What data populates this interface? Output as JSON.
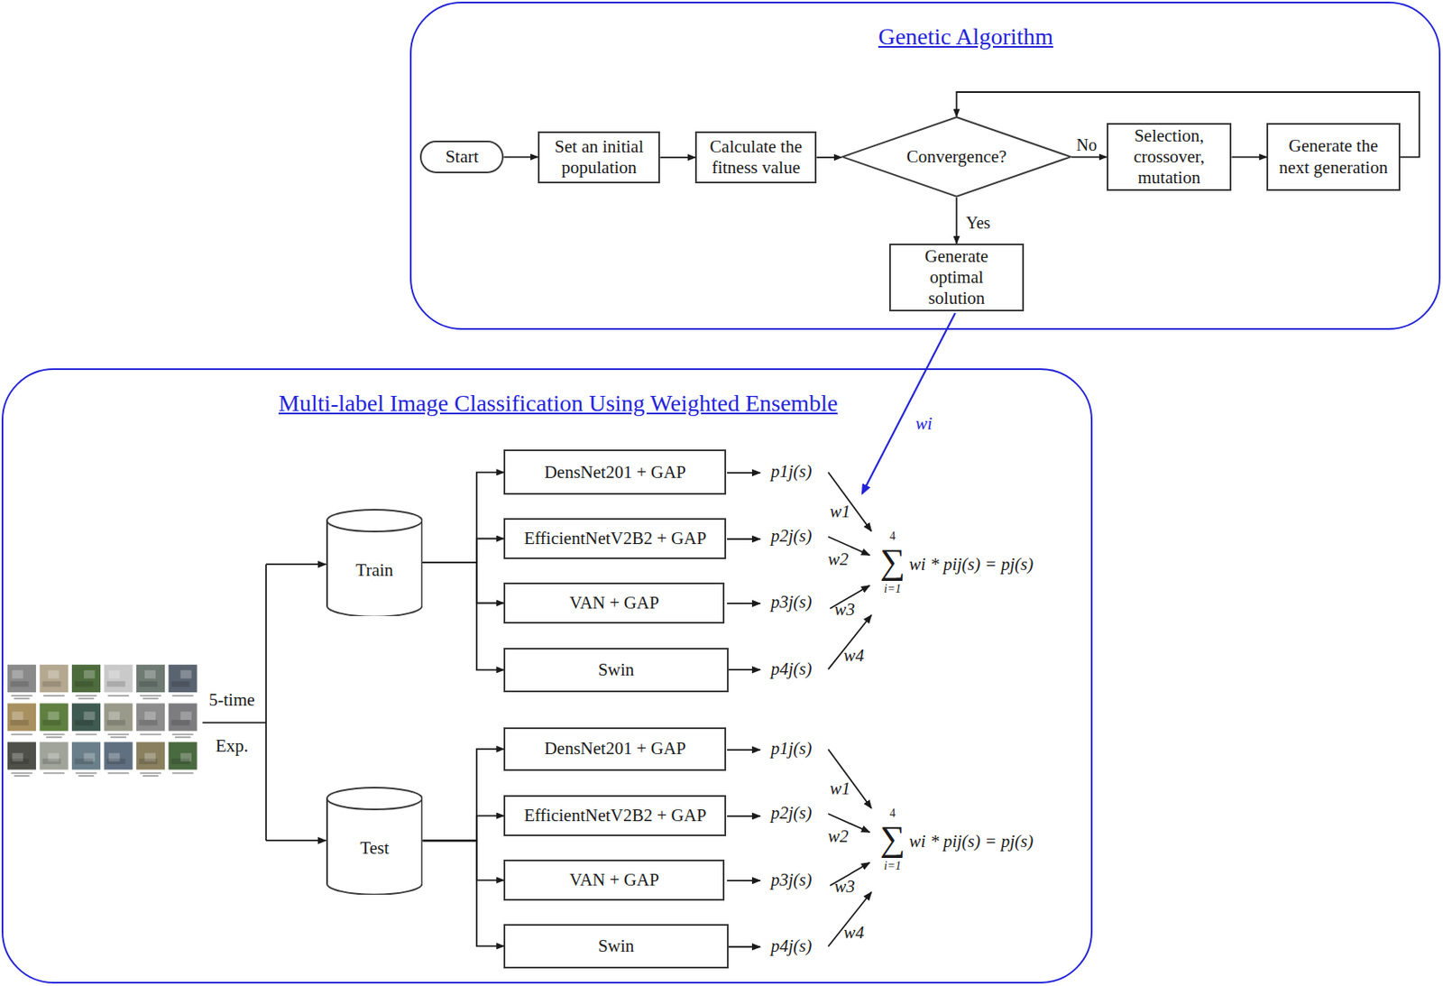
{
  "diagram": {
    "nodes": [
      {
        "text": [
          "Genetic Algorithm"
        ]
      },
      {
        "text": [
          "Start"
        ],
        "in": 0
      },
      {
        "text": [
          "Set an initial population"
        ],
        "in": 0
      },
      {
        "text": [
          "Calculate the fitness value"
        ],
        "in": 0
      },
      {
        "text": [
          "Convergence?"
        ],
        "in": 0
      },
      {
        "text": [
          "Selection, crossover, mutation"
        ],
        "in": 0
      },
      {
        "text": [
          "Generate the next generation"
        ],
        "in": 0
      },
      {
        "text": [
          "Generate optimal solution"
        ],
        "in": 0
      },
      {
        "text": [
          "Multi-label Image Classification Using Weighted Ensemble"
        ]
      },
      {
        "text": [
          "Train"
        ],
        "in": 8
      },
      {
        "text": [
          "DensNet201 + GAP"
        ],
        "in": 8
      },
      {
        "text": [
          "EfficientNetV2B2 + GAP"
        ],
        "in": 8
      },
      {
        "text": [
          "VAN + GAP"
        ],
        "in": 8
      },
      {
        "text": [
          "Swin"
        ],
        "in": 8
      },
      {
        "text": [
          "Test"
        ],
        "in": 8
      },
      {
        "text": [
          "DensNet201 + GAP"
        ],
        "in": 8
      },
      {
        "text": [
          "EfficientNetV2B2 + GAP"
        ],
        "in": 8
      },
      {
        "text": [
          "VAN + GAP"
        ],
        "in": 8
      },
      {
        "text": [
          "Swin"
        ],
        "in": 8
      }
    ],
    "edges": [
      {
        "from": 1,
        "to": 2,
        "arrow": "to"
      },
      {
        "from": 2,
        "to": 3,
        "arrow": "to"
      },
      {
        "from": 3,
        "to": 4,
        "arrow": "to"
      },
      {
        "from": 4,
        "to": 5,
        "label": "No",
        "arrow": "to"
      },
      {
        "from": 5,
        "to": 6,
        "arrow": "to"
      },
      {
        "from": 6,
        "to": 4,
        "arrow": "to"
      },
      {
        "from": 4,
        "to": 7,
        "label": "Yes",
        "arrow": "to"
      },
      {
        "from": 9,
        "to": 10,
        "arrow": "to"
      },
      {
        "from": 9,
        "to": 11,
        "arrow": "to"
      },
      {
        "from": 9,
        "to": 12,
        "arrow": "to"
      },
      {
        "from": 9,
        "to": 13,
        "arrow": "to"
      },
      {
        "from": 14,
        "to": 15,
        "arrow": "to"
      },
      {
        "from": 14,
        "to": 16,
        "arrow": "to"
      },
      {
        "from": 14,
        "to": 17,
        "arrow": "to"
      },
      {
        "from": 14,
        "to": 18,
        "arrow": "to"
      }
    ],
    "labels": [
      "5-time",
      "Exp.",
      "wi",
      "p1j(s)",
      "p2j(s)",
      "p3j(s)",
      "p4j(s)",
      "w1",
      "w2",
      "w3",
      "w4",
      "4",
      "∑",
      "i=1",
      "wi * pij(s) = pj(s)",
      "p1j(s)",
      "p2j(s)",
      "p3j(s)",
      "p4j(s)",
      "w1",
      "w2",
      "w3",
      "w4",
      "4",
      "∑",
      "i=1",
      "wi * pij(s) = pj(s)"
    ]
  }
}
